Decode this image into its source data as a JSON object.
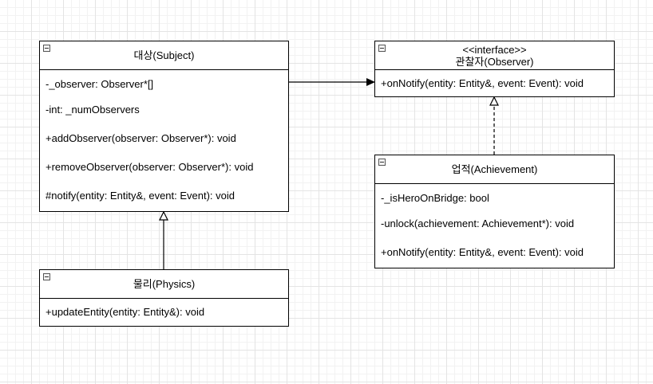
{
  "classes": {
    "subject": {
      "name": "대상(Subject)",
      "members": [
        "-_observer: Observer*[]",
        "-int: _numObservers",
        "+addObserver(observer: Observer*): void",
        "+removeObserver(observer: Observer*): void",
        "#notify(entity: Entity&, event: Event): void"
      ]
    },
    "observer": {
      "stereotype": "<<interface>>",
      "name": "관찰자(Observer)",
      "members": [
        "+onNotify(entity: Entity&, event: Event): void"
      ]
    },
    "achievement": {
      "name": "업적(Achievement)",
      "members": [
        "-_isHeroOnBridge: bool",
        "-unlock(achievement: Achievement*): void",
        "+onNotify(entity: Entity&, event: Event): void"
      ]
    },
    "physics": {
      "name": "물리(Physics)",
      "members": [
        "+updateEntity(entity: Entity&): void"
      ]
    }
  },
  "relations": [
    {
      "from": "subject",
      "to": "observer",
      "kind": "association"
    },
    {
      "from": "achievement",
      "to": "observer",
      "kind": "realization"
    },
    {
      "from": "physics",
      "to": "subject",
      "kind": "generalization"
    }
  ]
}
